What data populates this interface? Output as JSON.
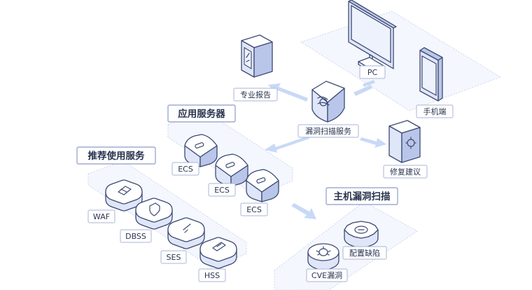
{
  "nodes": {
    "pc": "PC",
    "mobile": "手机端",
    "report": "专业报告",
    "scanner": "漏洞扫描服务",
    "fix": "修复建议"
  },
  "app_group": {
    "title": "应用服务器",
    "items": [
      "ECS",
      "ECS",
      "ECS"
    ]
  },
  "recommend_group": {
    "title": "推荐使用服务",
    "items": [
      "WAF",
      "DBSS",
      "SES",
      "HSS"
    ]
  },
  "host_group": {
    "title": "主机漏洞扫描",
    "items": [
      "CVE漏洞",
      "配置缺陷"
    ]
  },
  "colors": {
    "ink": "#3d4a73",
    "arrow": "#c8d9f7",
    "platform": "#f4f7fd",
    "tag_border": "#aab6d8"
  }
}
